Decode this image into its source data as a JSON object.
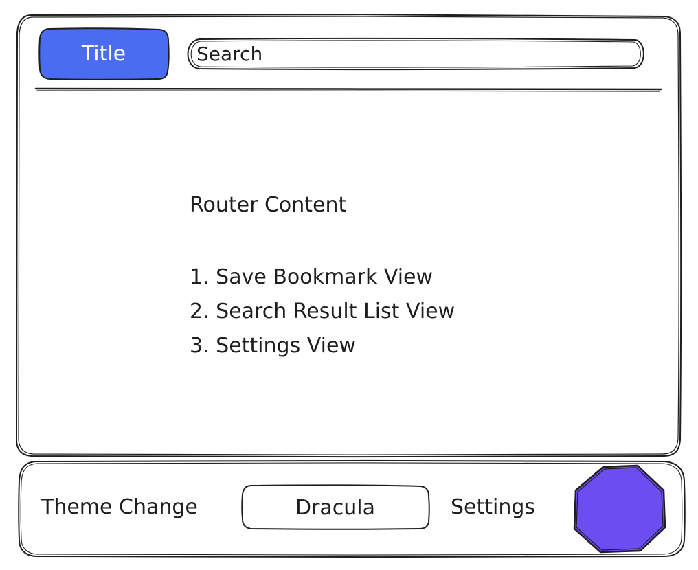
{
  "header": {
    "title_label": "Title",
    "search_placeholder": "Search"
  },
  "content": {
    "heading": "Router Content",
    "views": [
      "1. Save Bookmark View",
      "2. Search Result List View",
      "3. Settings View"
    ]
  },
  "footer": {
    "theme_label": "Theme Change",
    "theme_value": "Dracula",
    "settings_label": "Settings"
  },
  "colors": {
    "title_fill": "#4a6cf0",
    "settings_fill": "#6c4ef0",
    "stroke": "#1e1e1e",
    "background": "#ffffff"
  },
  "icons": {
    "settings": "octagon-shape-icon"
  }
}
